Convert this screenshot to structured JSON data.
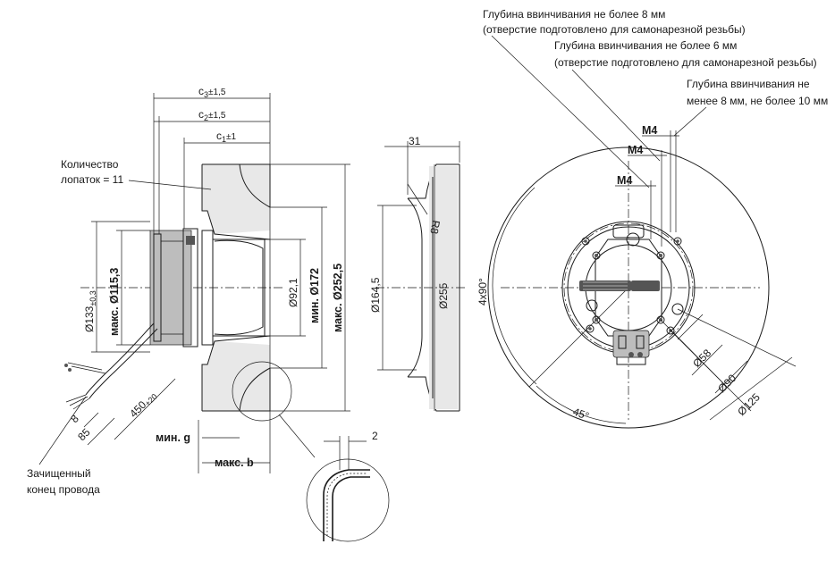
{
  "side_view": {
    "dims": {
      "c3": "c",
      "c3_sub": "3",
      "c3_tol": "±1,5",
      "c2": "c",
      "c2_sub": "2",
      "c2_tol": "±1,5",
      "c1": "c",
      "c1_sub": "1",
      "c1_tol": "±1",
      "d133": "Ø133",
      "d133_tol": "±0,3",
      "d115": "макс. Ø115,3",
      "d92": "Ø92,1",
      "d172": "мин. Ø172",
      "d2525": "макс. Ø252,5",
      "l450": "450",
      "l450_tol": "+20",
      "l8": "8",
      "l85": "85",
      "min_g": "мин. g",
      "max_b": "макс. b"
    },
    "blades_label_1": "Количество",
    "blades_label_2": "лопаток = 11",
    "wire_label_1": "Зачищенный",
    "wire_label_2": "конец провода"
  },
  "inlet_view": {
    "dims": {
      "w31": "31",
      "r8": "R8",
      "d1645": "Ø164,5",
      "d255": "Ø255"
    }
  },
  "detail": {
    "t2": "2"
  },
  "front_view": {
    "notes": [
      "Глубина ввинчивания не более 8 мм",
      "(отверстие  подготовлено для самонарезной резьбы)",
      "Глубина ввинчивания не более 6 мм",
      "(отверстие подготовлено для самонарезной резьбы)",
      "Глубина ввинчивания не",
      "менее 8 мм, не более 10 мм"
    ],
    "threads": [
      "M4",
      "M4",
      "M4"
    ],
    "dims": {
      "angle4": "4x90°",
      "angle45": "45°",
      "d58": "Ø58",
      "d90": "Ø90",
      "d125": "Ø125"
    }
  }
}
